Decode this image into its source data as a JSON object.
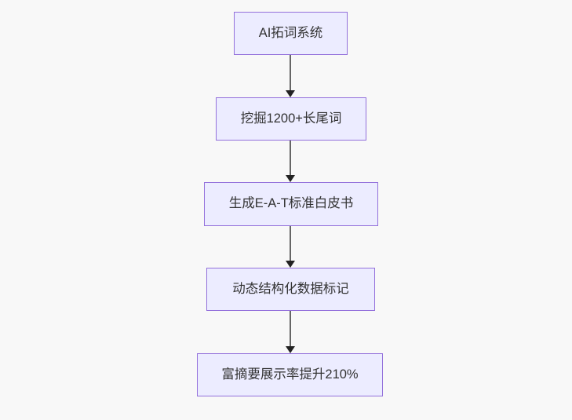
{
  "flowchart": {
    "direction": "top-down",
    "nodes": [
      {
        "id": "A",
        "label": "AI拓词系统"
      },
      {
        "id": "B",
        "label": "挖掘1200+长尾词"
      },
      {
        "id": "C",
        "label": "生成E-A-T标准白皮书"
      },
      {
        "id": "D",
        "label": "动态结构化数据标记"
      },
      {
        "id": "E",
        "label": "富摘要展示率提升210%"
      }
    ],
    "edges": [
      {
        "from": "A",
        "to": "B"
      },
      {
        "from": "B",
        "to": "C"
      },
      {
        "from": "C",
        "to": "D"
      },
      {
        "from": "D",
        "to": "E"
      }
    ]
  },
  "colors": {
    "background": "#f8f8f8",
    "node_fill": "#ececff",
    "node_border": "#9370db",
    "node_text": "#333333",
    "edge_line": "#666666",
    "arrowhead": "#222222"
  }
}
